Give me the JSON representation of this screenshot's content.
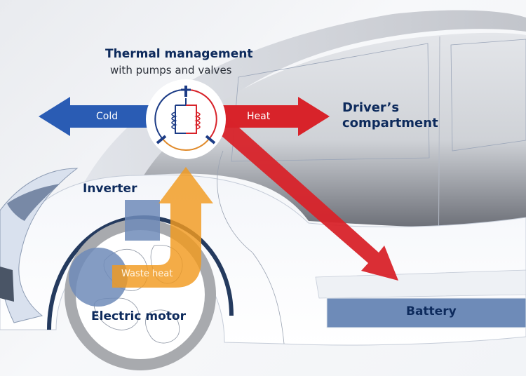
{
  "diagram": {
    "title": "Thermal management",
    "subtitle": "with pumps and valves",
    "arrows": {
      "cold": {
        "label": "Cold",
        "color": "#2a5cb4"
      },
      "heat": {
        "label": "Heat",
        "color": "#d8232a"
      },
      "waste_heat": {
        "label": "Waste heat",
        "color": "#f29a1f"
      },
      "battery_heat": {
        "color": "#d8232a"
      }
    },
    "components": {
      "drivers_compartment_line1": "Driver’s",
      "drivers_compartment_line2": "compartment",
      "inverter": "Inverter",
      "electric_motor": "Electric motor",
      "battery": "Battery"
    },
    "colors": {
      "label_navy": "#0d2a5c",
      "component_blue": "#6e8bb8",
      "orange": "#e08a2a",
      "red": "#d8232a",
      "blue": "#2a5cb4"
    }
  }
}
